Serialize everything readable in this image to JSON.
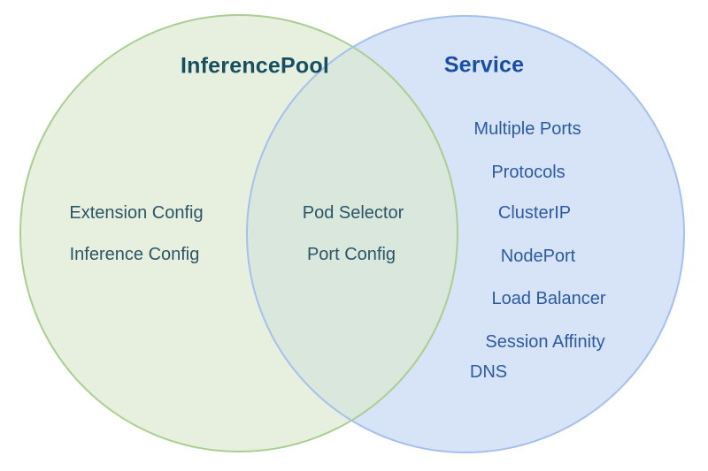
{
  "venn": {
    "left": {
      "title": "InferencePool",
      "items": [
        "Extension Config",
        "Inference Config"
      ]
    },
    "overlap": {
      "items": [
        "Pod Selector",
        "Port Config"
      ]
    },
    "right": {
      "title": "Service",
      "items": [
        "Multiple Ports",
        "Protocols",
        "ClusterIP",
        "NodePort",
        "Load Balancer",
        "Session Affinity",
        "DNS"
      ]
    },
    "colors": {
      "left_circle_fill": "#e7f0df",
      "left_circle_stroke": "#aace90",
      "right_circle_fill": "#d7e3f6",
      "right_circle_stroke": "#a6c0ee",
      "overlap_fill": "#d9e7dc",
      "left_title_text": "#164e62",
      "left_item_text": "#2d5566",
      "right_title_text": "#174ea6",
      "right_item_text": "#2b5aa7",
      "background": "#ffffff"
    }
  }
}
